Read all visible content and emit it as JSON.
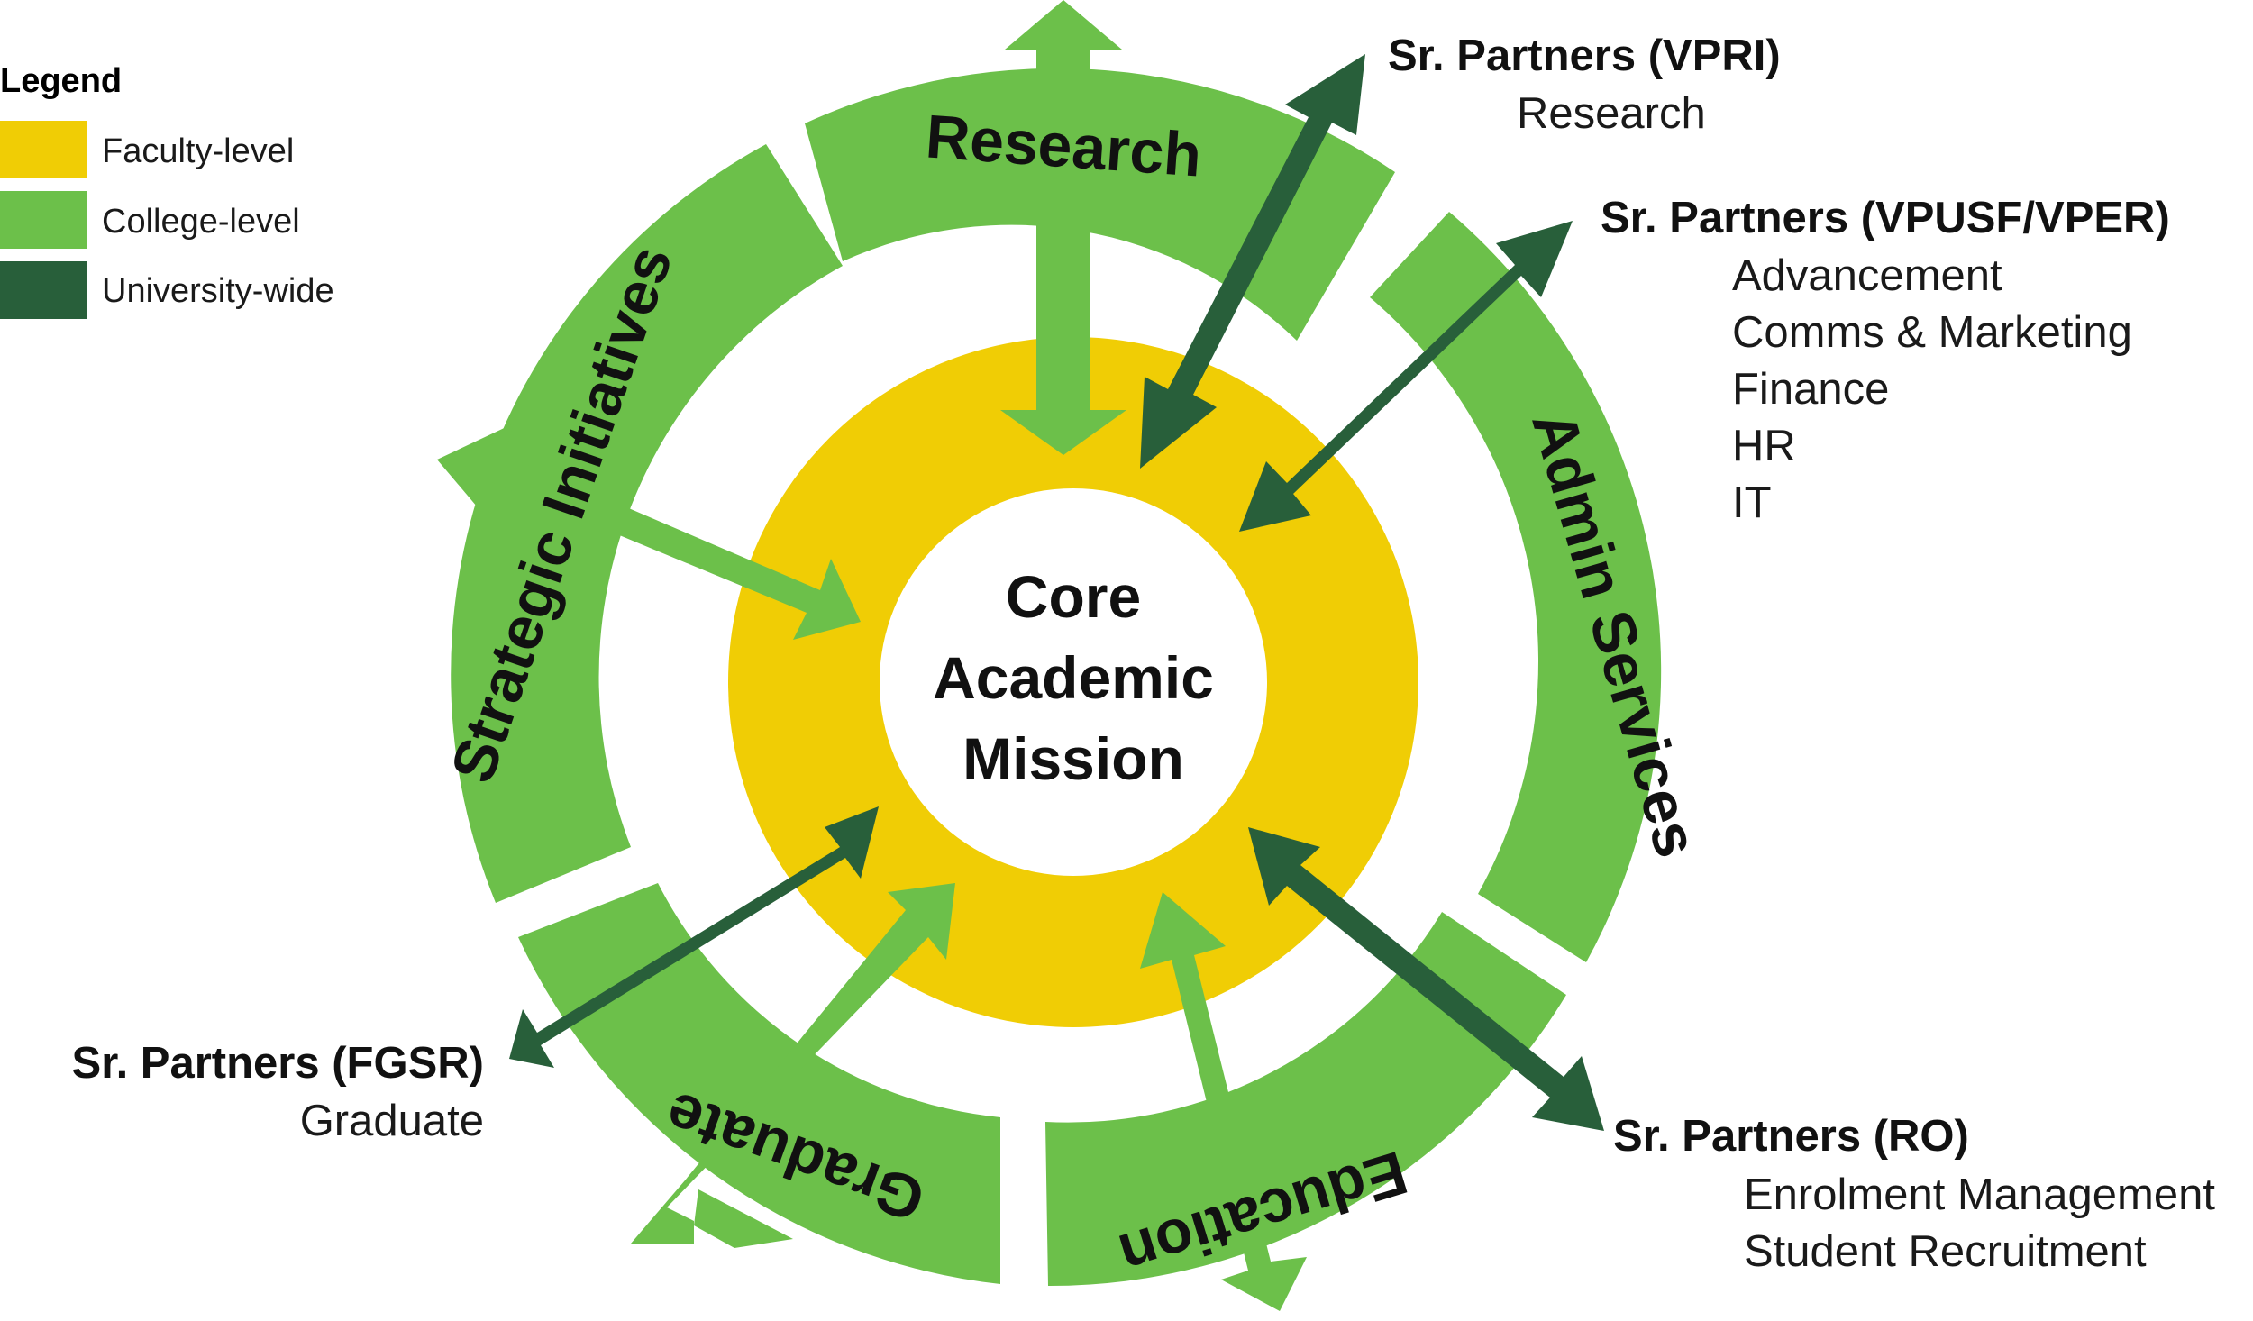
{
  "colors": {
    "faculty": "#f0cd05",
    "college": "#6cc04a",
    "university": "#285f3a",
    "background": "#ffffff"
  },
  "legend": {
    "title": "Legend",
    "items": [
      {
        "label": "Faculty-level",
        "color": "#f0cd05"
      },
      {
        "label": "College-level",
        "color": "#6cc04a"
      },
      {
        "label": "University-wide",
        "color": "#285f3a"
      }
    ]
  },
  "core": {
    "line1": "Core",
    "line2": "Academic",
    "line3": "Mission"
  },
  "ring": {
    "research": "Research",
    "admin": "Admin Services",
    "education": "Education",
    "graduate": "Graduate",
    "strategic": "Strategic Initiatives"
  },
  "partners": {
    "vpri": {
      "title": "Sr. Partners (VPRI)",
      "items": [
        "Research"
      ]
    },
    "vpusf": {
      "title": "Sr. Partners (VPUSF/VPER)",
      "items": [
        "Advancement",
        "Comms & Marketing",
        "Finance",
        "HR",
        "IT"
      ]
    },
    "fgsr": {
      "title": "Sr. Partners (FGSR)",
      "items": [
        "Graduate"
      ]
    },
    "ro": {
      "title": "Sr. Partners (RO)",
      "items": [
        "Enrolment Management",
        "Student Recruitment"
      ]
    }
  }
}
